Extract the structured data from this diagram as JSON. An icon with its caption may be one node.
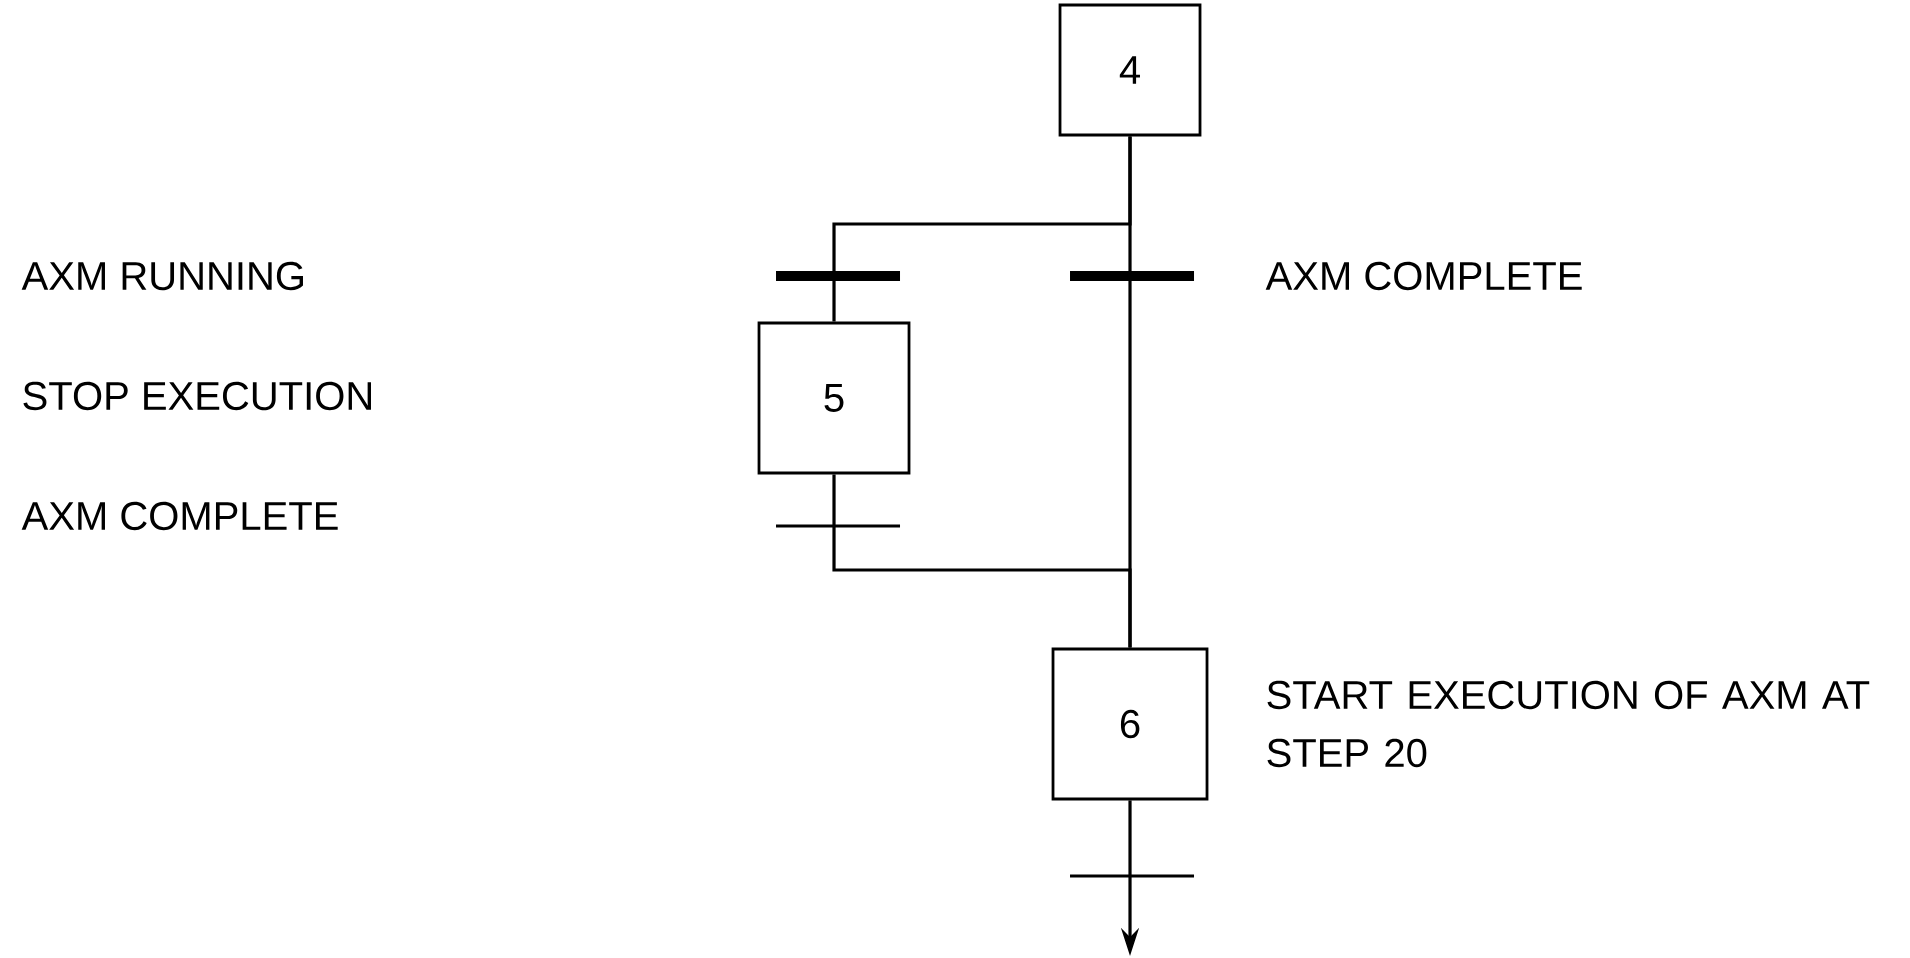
{
  "diagram": {
    "nodes": [
      {
        "text": [
          "4"
        ]
      },
      {
        "text": [
          "5"
        ]
      },
      {
        "text": [
          "6"
        ],
        "beside": [
          "START EXECUTION OF AXM AT STEP 20"
        ]
      }
    ],
    "edges": [
      {
        "from": 0,
        "to": 1,
        "arrow": "none"
      },
      {
        "from": 0,
        "to": 2,
        "arrow": "none"
      },
      {
        "from": 1,
        "to": 2,
        "arrow": "none"
      },
      {
        "from": 2,
        "to": null,
        "arrow": "to"
      }
    ],
    "labels": [
      "AXM RUNNING",
      "AXM COMPLETE",
      "STOP EXECUTION",
      "AXM COMPLETE"
    ]
  }
}
